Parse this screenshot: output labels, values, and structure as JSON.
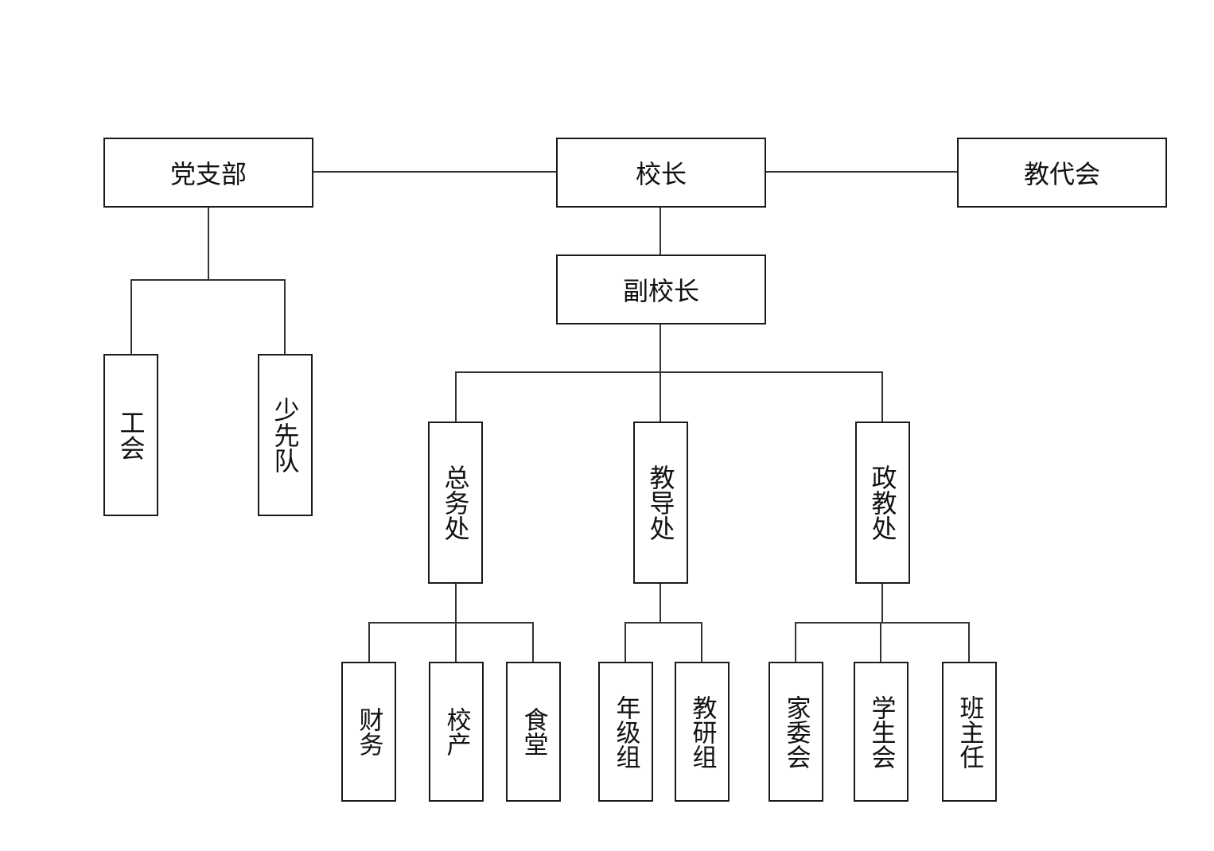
{
  "nodes": {
    "principal": "校长",
    "party_branch": "党支部",
    "staff_congress": "教代会",
    "vice_principal": "副校长",
    "labor_union": "工会",
    "young_pioneers": "少先队",
    "general_affairs": "总务处",
    "academic_affairs": "教导处",
    "political_education": "政教处",
    "finance": "财务",
    "school_property": "校产",
    "canteen": "食堂",
    "grade_group": "年级组",
    "teaching_research": "教研组",
    "parent_committee": "家委会",
    "student_union": "学生会",
    "class_teacher": "班主任"
  },
  "colors": {
    "border": "#1a1a1a",
    "connector": "#333333",
    "text": "#111111",
    "background": "#ffffff"
  }
}
